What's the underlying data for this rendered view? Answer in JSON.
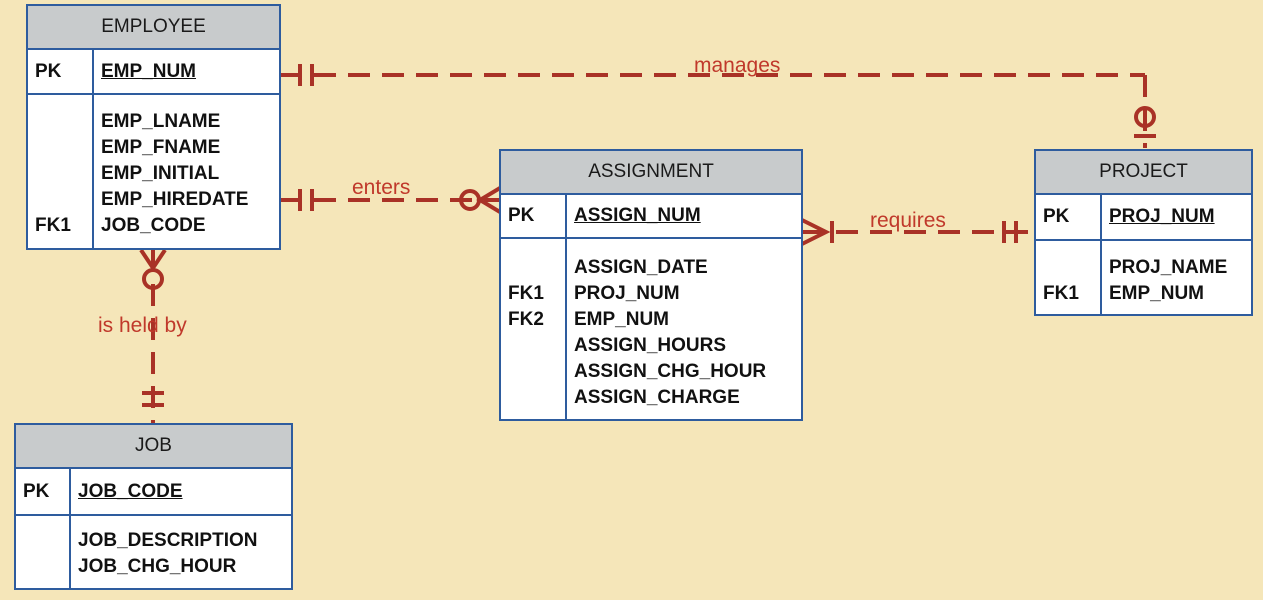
{
  "colors": {
    "background": "#f5e6b9",
    "entity_border": "#2e5c9e",
    "entity_header": "#c8cbcc",
    "relationship_line": "#a93226",
    "relationship_label": "#c0392b"
  },
  "entities": {
    "employee": {
      "name": "EMPLOYEE",
      "pk_label": "PK",
      "pk_attribute": "EMP_NUM",
      "fk_label": "FK1",
      "attributes": [
        "EMP_LNAME",
        "EMP_FNAME",
        "EMP_INITIAL",
        "EMP_HIREDATE",
        "JOB_CODE"
      ]
    },
    "assignment": {
      "name": "ASSIGNMENT",
      "pk_label": "PK",
      "pk_attribute": "ASSIGN_NUM",
      "fk1_label": "FK1",
      "fk2_label": "FK2",
      "attributes": [
        "ASSIGN_DATE",
        "PROJ_NUM",
        "EMP_NUM",
        "ASSIGN_HOURS",
        "ASSIGN_CHG_HOUR",
        "ASSIGN_CHARGE"
      ]
    },
    "project": {
      "name": "PROJECT",
      "pk_label": "PK",
      "pk_attribute": "PROJ_NUM",
      "fk_label": "FK1",
      "attributes": [
        "PROJ_NAME",
        "EMP_NUM"
      ]
    },
    "job": {
      "name": "JOB",
      "pk_label": "PK",
      "pk_attribute": "JOB_CODE",
      "attributes": [
        "JOB_DESCRIPTION",
        "JOB_CHG_HOUR"
      ]
    }
  },
  "relationships": {
    "manages": "manages",
    "enters": "enters",
    "requires": "requires",
    "is_held_by": "is held by"
  }
}
